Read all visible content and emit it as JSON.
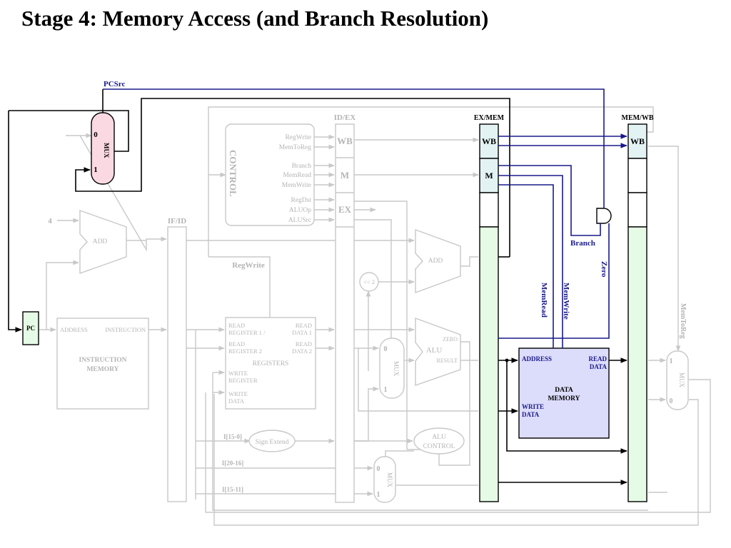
{
  "title": "Stage 4: Memory Access (and Branch Resolution)",
  "pipeline_registers": {
    "if_id": "IF/ID",
    "id_ex": "ID/EX",
    "ex_mem": "EX/MEM",
    "mem_wb": "MEM/WB",
    "wb": "WB",
    "m": "M",
    "ex": "EX"
  },
  "control": {
    "label": "CONTROL",
    "wb_signals": [
      "RegWrite",
      "MemToReg"
    ],
    "m_signals": [
      "Branch",
      "MemRead",
      "MemWrite"
    ],
    "ex_signals": [
      "RegDst",
      "ALUOp",
      "ALUSrc"
    ]
  },
  "components": {
    "pc": "PC",
    "add": "ADD",
    "four": "4",
    "shift": "<< 2",
    "alu": "ALU",
    "alu_zero": "ZERO",
    "alu_result": "RESULT",
    "alu_control": [
      "ALU",
      "CONTROL"
    ],
    "sign_extend": "Sign Extend",
    "mux": "MUX",
    "zero_in": "0",
    "one_in": "1"
  },
  "instruction_memory": {
    "address": "ADDRESS",
    "instruction": "INSTRUCTION",
    "name": [
      "INSTRUCTION",
      "MEMORY"
    ]
  },
  "registers": {
    "read_reg_1": [
      "READ",
      "REGISTER 1 /"
    ],
    "read_reg_2": [
      "READ",
      "REGISTER 2"
    ],
    "write_reg": [
      "WRITE",
      "REGISTER"
    ],
    "write_data": [
      "WRITE",
      "DATA"
    ],
    "read_data_1": [
      "READ",
      "DATA 1"
    ],
    "read_data_2": [
      "READ",
      "DATA 2"
    ],
    "name": "REGISTERS",
    "regwrite_label": "RegWrite"
  },
  "data_memory": {
    "address": "ADDRESS",
    "read_data": [
      "READ",
      "DATA"
    ],
    "write_data": [
      "WRITE",
      "DATA"
    ],
    "name": [
      "DATA",
      "MEMORY"
    ]
  },
  "instr_fields": [
    "I[15-0]",
    "I[20-16]",
    "I[15-11]"
  ],
  "signals": {
    "pcsrc": "PCSrc",
    "branch": "Branch",
    "zero": "Zero",
    "memread": "MemRead",
    "memwrite": "MemWrite",
    "memtoreg": "MemToReg"
  },
  "colors": {
    "active": "#000000",
    "control_signal": "#1a1a8c",
    "inactive": "#c8c8c8",
    "mux_active": "#fbd9e2",
    "pipeline_data": "#e6fbe6",
    "pipeline_ctrl": "#e3f3f3",
    "data_memory": "#dcdcfb",
    "pc": "#e6fbe6"
  }
}
